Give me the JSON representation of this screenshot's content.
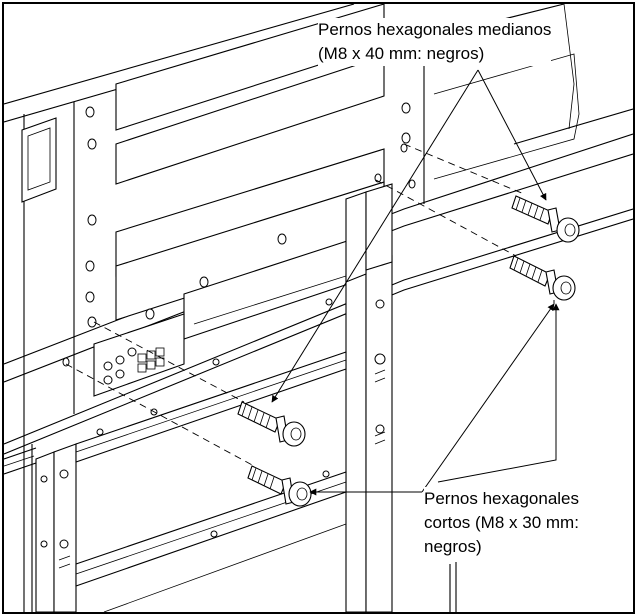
{
  "callouts": {
    "medium_bolts": {
      "line1": "Pernos hexagonales medianos",
      "line2": "(M8 x 40 mm: negros)"
    },
    "short_bolts": {
      "line1": "Pernos hexagonales",
      "line2": "cortos (M8 x 30 mm:",
      "line3": "negros)"
    }
  },
  "colors": {
    "ink": "#000000",
    "paper": "#ffffff"
  }
}
